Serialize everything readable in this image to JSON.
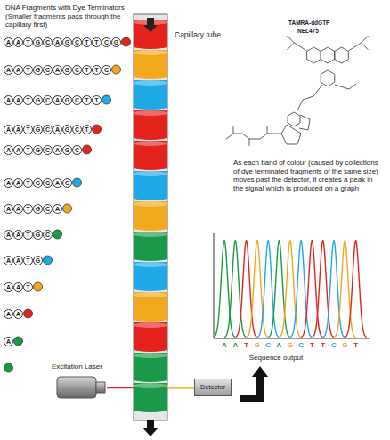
{
  "diagram": {
    "nodes": [
      {
        "text": [
          "Excitation Laser"
        ]
      },
      {
        "text": [
          "Detector"
        ]
      }
    ],
    "edges": [
      {
        "from": 0,
        "to": 1,
        "arrow": "none"
      }
    ],
    "labels": [
      "DNA Fragments with Dye Terminators (Smaller fragments pass through the capillary first)",
      "Capillary tube",
      "TAMRA-ddGTP",
      "NEL475",
      "As each band of colour (caused by collections of dye terminated fragments of the same size) moves past the detector, it creates a peak in the signal which is produced on a graph",
      "Sequence output",
      "A",
      "A",
      "T",
      "G",
      "C",
      "A",
      "G",
      "C",
      "T",
      "T",
      "C",
      "G",
      "T",
      "A",
      "A",
      "T",
      "G",
      "C",
      "A",
      "G",
      "C",
      "T",
      "T",
      "C",
      "G",
      "A",
      "A",
      "T",
      "G",
      "C",
      "A",
      "G",
      "C",
      "T",
      "T",
      "C",
      "A",
      "A",
      "T",
      "G",
      "C",
      "A",
      "G",
      "C",
      "T",
      "T",
      "A",
      "A",
      "T",
      "G",
      "C",
      "A",
      "G",
      "C",
      "T",
      "A",
      "A",
      "T",
      "G",
      "C",
      "A",
      "G",
      "C",
      "A",
      "A",
      "T",
      "G",
      "C",
      "A",
      "G",
      "A",
      "A",
      "T",
      "G",
      "C",
      "A",
      "A",
      "A",
      "T",
      "G",
      "C",
      "A",
      "A",
      "T",
      "G",
      "A",
      "A",
      "T",
      "A",
      "A",
      "A"
    ]
  }
}
